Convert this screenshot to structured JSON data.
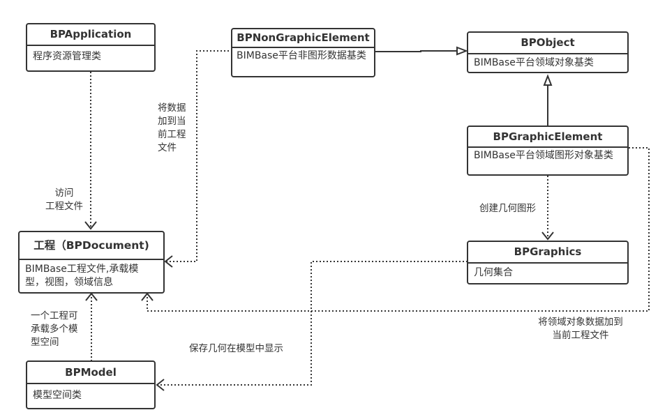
{
  "classes": {
    "application": {
      "name": "BPApplication",
      "desc": "程序资源管理类"
    },
    "nongraphic": {
      "name": "BPNonGraphicElement",
      "desc": "BIMBase平台非图形数据基类"
    },
    "object": {
      "name": "BPObject",
      "desc": "BIMBase平台领域对象基类"
    },
    "graphic_element": {
      "name": "BPGraphicElement",
      "desc": "BIMBase平台领域图形对象基类"
    },
    "document": {
      "name": "工程（BPDocument)",
      "desc": "BIMBase工程文件,承载模型，视图，领域信息"
    },
    "graphics": {
      "name": "BPGraphics",
      "desc": "几何集合"
    },
    "model": {
      "name": "BPModel",
      "desc": "模型空间类"
    }
  },
  "relations": {
    "access_project": {
      "label": "访问\n工程文件",
      "type": "dependency"
    },
    "add_data": {
      "label": "将数据\n加到当\n前工程\n文件",
      "type": "dependency"
    },
    "inherit_nongraphic": {
      "type": "generalization"
    },
    "inherit_graphic": {
      "type": "generalization"
    },
    "create_geometry": {
      "label": "创建几何图形",
      "type": "dependency"
    },
    "multi_models": {
      "label": "一个工程可\n承载多个模\n型空间",
      "type": "dependency"
    },
    "save_geometry": {
      "label": "保存几何在模型中显示",
      "type": "dependency"
    },
    "add_domain_data": {
      "label": "将领域对象数据加到\n当前工程文件",
      "type": "dependency"
    }
  }
}
